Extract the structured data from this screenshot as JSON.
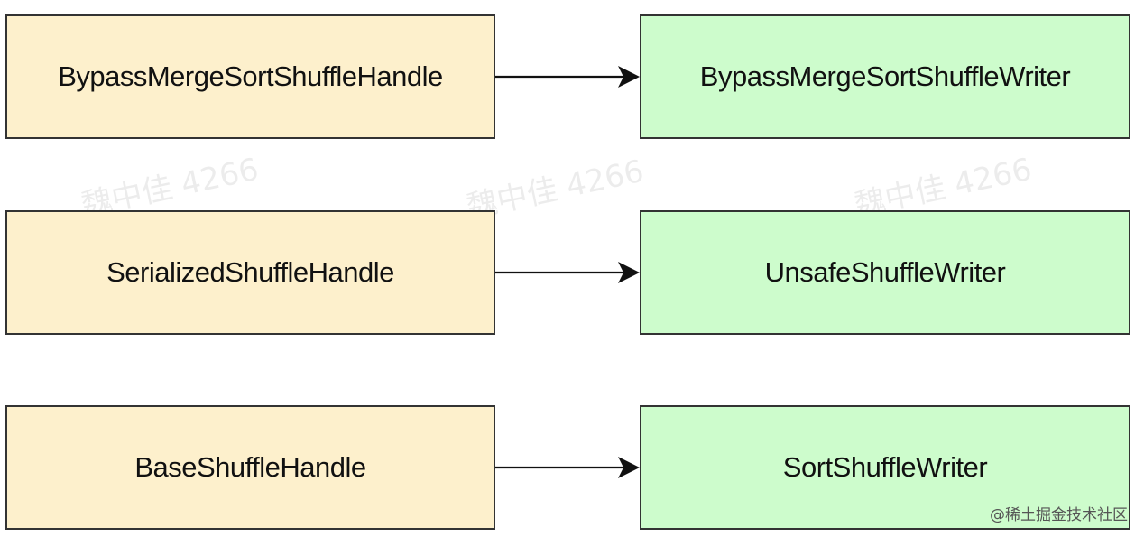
{
  "diagram": {
    "rows": [
      {
        "handle": "BypassMergeSortShuffleHandle",
        "writer": "BypassMergeSortShuffleWriter"
      },
      {
        "handle": "SerializedShuffleHandle",
        "writer": "UnsafeShuffleWriter"
      },
      {
        "handle": "BaseShuffleHandle",
        "writer": "SortShuffleWriter"
      }
    ]
  },
  "colors": {
    "handle_fill": "#fdf0cc",
    "writer_fill": "#cdfccc",
    "border": "#333333"
  },
  "watermarks": [
    "魏中佳 4266",
    "魏中佳 4266",
    "魏中佳 4266"
  ],
  "site_mark": "@稀土掘金技术社区"
}
